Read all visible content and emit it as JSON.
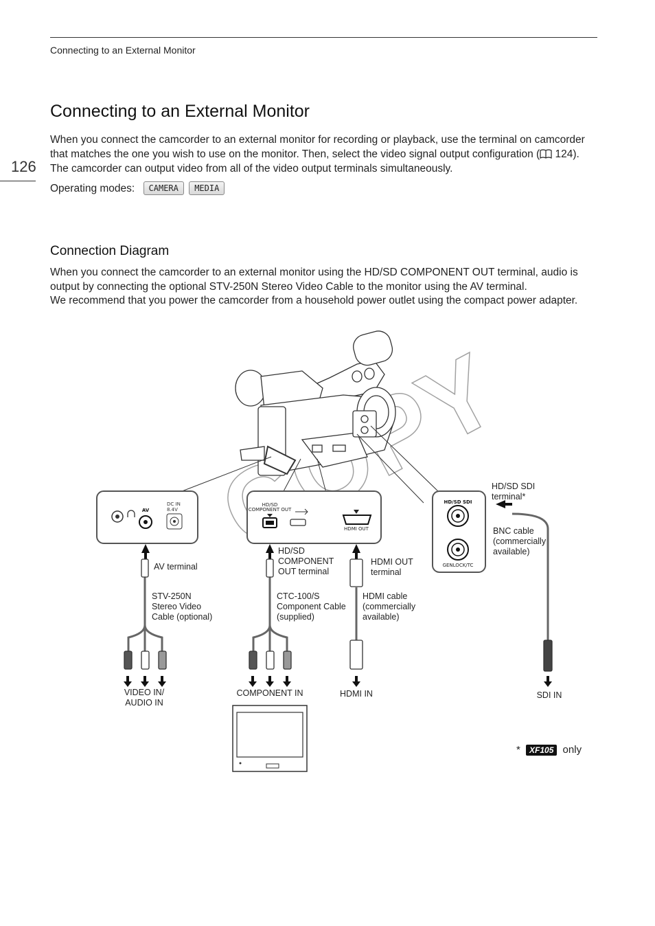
{
  "header": {
    "section": "Connecting to an External Monitor",
    "page_number": "126"
  },
  "title": "Connecting to an External Monitor",
  "intro": {
    "before_ref": "When you connect the camcorder to an external monitor for recording or playback, use the terminal on camcorder that matches the one you wish to use on the monitor. Then, select the video signal output configuration (",
    "ref_page": "124",
    "after_ref": "). The camcorder can output video from all of the video output terminals simultaneously."
  },
  "operating_modes": {
    "label": "Operating modes:",
    "modes": [
      "CAMERA",
      "MEDIA"
    ]
  },
  "connection_diagram": {
    "heading": "Connection Diagram",
    "paragraph1": "When you connect the camcorder to an external monitor using the HD/SD COMPONENT OUT terminal, audio is output by connecting the optional STV-250N Stereo Video Cable to the monitor using the AV terminal.",
    "paragraph2": "We recommend that you power the camcorder from a household power outlet using the compact power adapter."
  },
  "diagram": {
    "watermark": "COPY",
    "panel_labels": {
      "av": "AV",
      "dc_in": "DC IN",
      "dc_volt": "8.4V",
      "hdsd": "HD/SD",
      "component_out": "COMPONENT OUT",
      "hdmi_out": "HDMI OUT",
      "hdsd_sdi": "HD/SD SDI",
      "genlock": "GENLOCK/TC"
    },
    "callouts": {
      "av_terminal": "AV terminal",
      "stv_cable": [
        "STV-250N",
        "Stereo Video",
        "Cable (optional)"
      ],
      "component_terminal": [
        "HD/SD",
        "COMPONENT",
        "OUT terminal"
      ],
      "ctc_cable": [
        "CTC-100/S",
        "Component Cable",
        "(supplied)"
      ],
      "hdmi_out_terminal": [
        "HDMI OUT",
        "terminal"
      ],
      "hdmi_cable": [
        "HDMI cable",
        "(commercially",
        "available)"
      ],
      "sdi_terminal": [
        "HD/SD SDI",
        "terminal*"
      ],
      "bnc_cable": [
        "BNC cable",
        "(commercially",
        "available)"
      ]
    },
    "inputs": {
      "video_audio_in": [
        "VIDEO IN/",
        "AUDIO IN"
      ],
      "component_in": "COMPONENT IN",
      "hdmi_in": "HDMI IN",
      "sdi_in": "SDI IN"
    },
    "footnote": {
      "star": "*",
      "model": "XF105",
      "suffix": "only"
    }
  }
}
